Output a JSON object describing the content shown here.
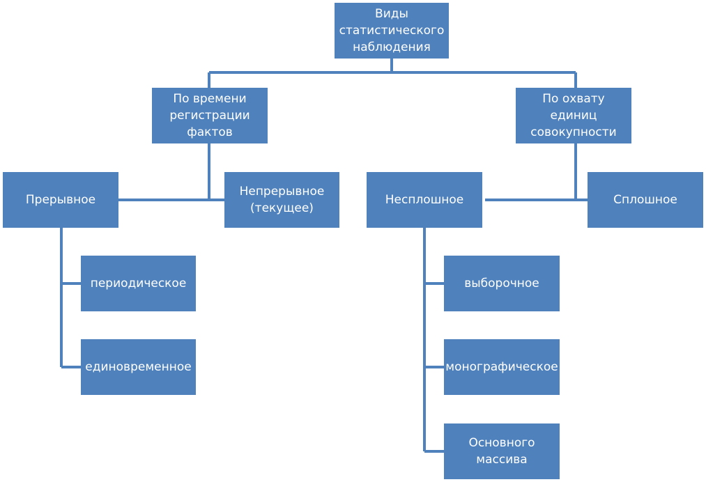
{
  "diagram": {
    "root": "Виды\nстатистического\nнаблюдения",
    "by_time": "По времени\nрегистрации\nфактов",
    "by_coverage": "По охвату единиц\nсовокупности",
    "discontinuous": "Прерывное",
    "continuous": "Непрерывное\n(текущее)",
    "non_total": "Несплошное",
    "total": "Сплошное",
    "periodic": "периодическое",
    "one_time": "единовременное",
    "sample": "выборочное",
    "monographic": "монографическое",
    "main_mass": "Основного\nмассива"
  },
  "colors": {
    "node_fill": "#4f81bd",
    "connector": "#4f81bd",
    "text": "#ffffff"
  }
}
